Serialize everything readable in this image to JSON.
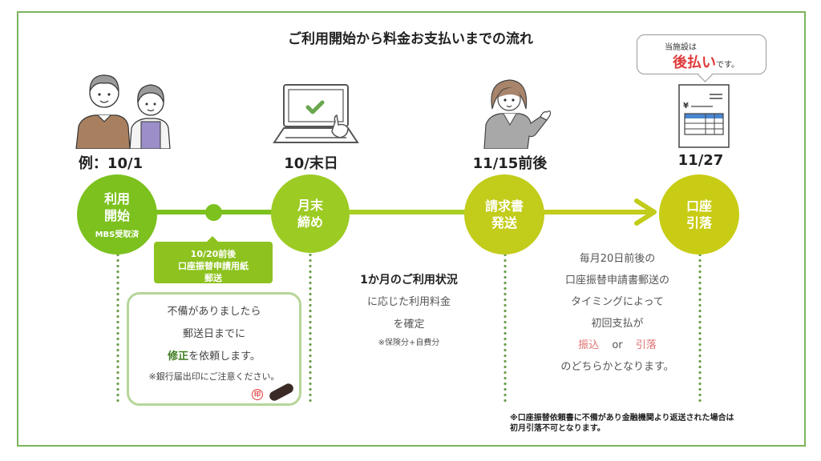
{
  "title": "ご利用開始から料金お支払いまでの流れ",
  "colors": {
    "frame": "#7cb35c",
    "green_bright": "#7cc11e",
    "green_mid": "#9ccb23",
    "olive": "#c2cc1a",
    "text_accent_green": "#3f7d20",
    "red": "#e03a3a",
    "pink": "#e07070"
  },
  "steps": [
    {
      "date": "例：10/1",
      "label_line1": "利用",
      "label_line2": "開始",
      "sub": "MBS受取済",
      "illustration": "elderly-couple-icon"
    },
    {
      "date": "10/末日",
      "label_line1": "月末",
      "label_line2": "締め",
      "illustration": "laptop-check-icon"
    },
    {
      "date": "11/15前後",
      "label_line1": "請求書",
      "label_line2": "発送",
      "illustration": "staff-woman-icon"
    },
    {
      "date": "11/27",
      "label_line1": "口座",
      "label_line2": "引落",
      "illustration": "invoice-document-icon"
    }
  ],
  "callout": {
    "line1": "10/20前後",
    "line2": "口座振替申請用紙",
    "line3": "郵送"
  },
  "notice_box": {
    "line1": "不備がありましたら",
    "line2": "郵送日までに",
    "line3_emph": "修正",
    "line3_rest": "を依頼します。",
    "line4": "※銀行届出印にご注意ください。",
    "stamp_glyph": "印"
  },
  "usage_text": {
    "line1": "1か月のご利用状況",
    "line2": "に応じた利用料金",
    "line3": "を確定",
    "line4": "※保険分+自費分"
  },
  "payment_text": {
    "line1": "毎月20日前後の",
    "line2": "口座振替申請書郵送の",
    "line3": "タイミングによって",
    "line4": "初回支払が",
    "opt1": "振込",
    "or": "or",
    "opt2": "引落",
    "line6": "のどちらかとなります。"
  },
  "speech_bubble": {
    "line1": "当施設は",
    "emph": "後払い",
    "rest": "です。"
  },
  "footnote": {
    "line1": "※口座振替依頼書に不備があり金融機関より返送された場合は",
    "line2": "初月引落不可となります。"
  }
}
